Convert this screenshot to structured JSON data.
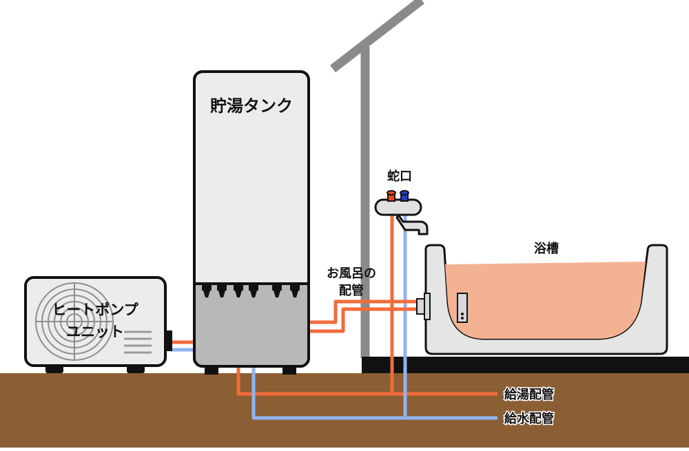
{
  "labels": {
    "tank": "貯湯タンク",
    "heat_pump_line1": "ヒートポンプ",
    "heat_pump_line2": "ユニット",
    "faucet": "蛇口",
    "bath_pipe_line1": "お風呂の",
    "bath_pipe_line2": "配管",
    "bathtub": "浴槽",
    "hot_supply_pipe": "給湯配管",
    "cold_supply_pipe": "給水配管"
  },
  "colors": {
    "hot_pipe": "#f26b3a",
    "cold_pipe": "#8fb3ee",
    "bath_water": "#f3b393",
    "ground": "#8b5e34",
    "wall": "#8a8a8a",
    "unit_body": "#ececec",
    "outline": "#111111",
    "hot_handle": "#e84a1c",
    "cold_handle": "#1d3fc7"
  }
}
